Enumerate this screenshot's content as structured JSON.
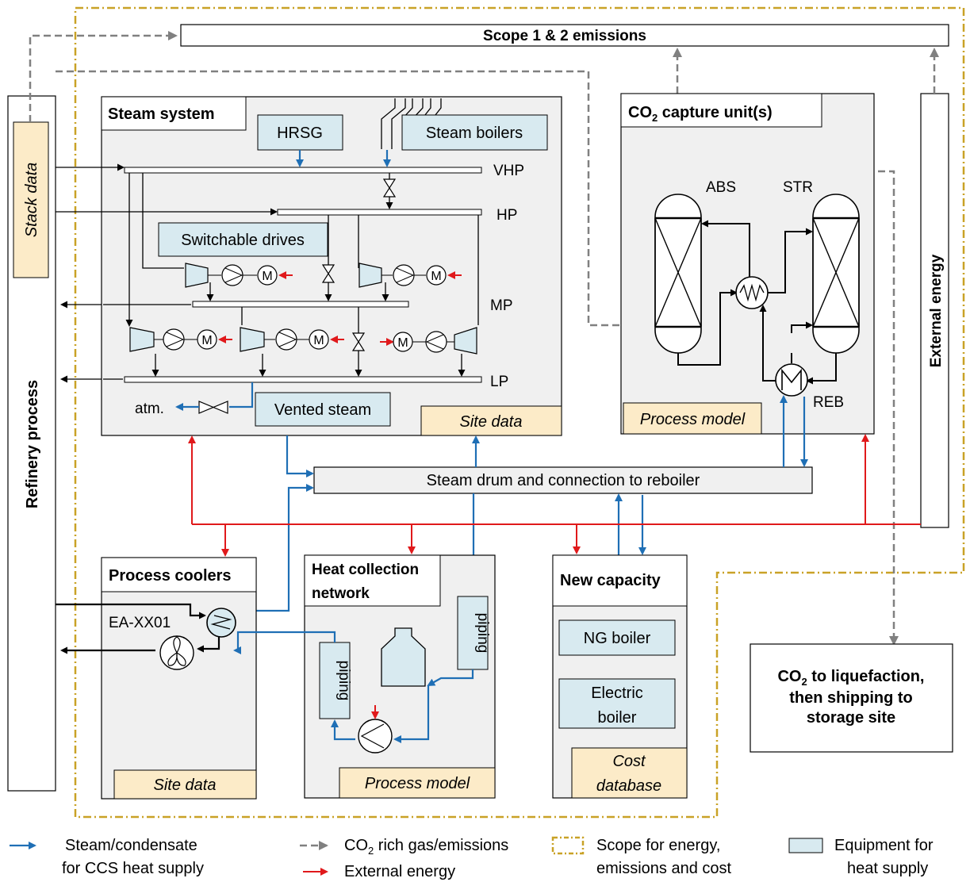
{
  "scope_bar": "Scope 1 & 2 emissions",
  "refinery_process": "Refinery process",
  "stack_data": "Stack data",
  "external_energy": "External energy",
  "steam_system": {
    "title": "Steam system",
    "hrsg": "HRSG",
    "steam_boilers": "Steam boilers",
    "switchable_drives": "Switchable drives",
    "vented_steam": "Vented steam",
    "atm": "atm.",
    "site_data": "Site data",
    "headers": {
      "vhp": "VHP",
      "hp": "HP",
      "mp": "MP",
      "lp": "LP"
    },
    "motor": "M"
  },
  "capture": {
    "title_prefix": "CO",
    "title_sub": "2",
    "title_suffix": " capture unit(s)",
    "abs": "ABS",
    "str": "STR",
    "reb": "REB",
    "process_model": "Process model"
  },
  "steam_drum": "Steam drum and connection to reboiler",
  "process_coolers": {
    "title": "Process coolers",
    "equipment": "EA-XX01",
    "site_data": "Site data"
  },
  "heat_collection": {
    "title_line1": "Heat collection",
    "title_line2": "network",
    "piping": "piping",
    "process_model": "Process model"
  },
  "new_capacity": {
    "title": "New capacity",
    "ng_boiler": "NG boiler",
    "electric_boiler_1": "Electric",
    "electric_boiler_2": "boiler",
    "cost_1": "Cost",
    "cost_2": "database"
  },
  "liquefaction": {
    "line1_prefix": "CO",
    "line1_sub": "2",
    "line1_suffix": " to liquefaction,",
    "line2": "then shipping to",
    "line3": "storage site"
  },
  "legend": {
    "steam_1": "Steam/condensate",
    "steam_2": "for CCS heat supply",
    "co2_prefix": "CO",
    "co2_sub": "2",
    "co2_suffix": " rich gas/emissions",
    "external": "External energy",
    "scope_1": "Scope for energy,",
    "scope_2": "emissions and cost",
    "equip_1": "Equipment for",
    "equip_2": "heat supply"
  },
  "colors": {
    "steam": "#1f6fb5",
    "external": "#e0191b",
    "gas": "#808080",
    "scope": "#c9a227",
    "equipment": "#d8eaf0",
    "data_box": "#fcebc8",
    "panel": "#f0f0f0"
  }
}
